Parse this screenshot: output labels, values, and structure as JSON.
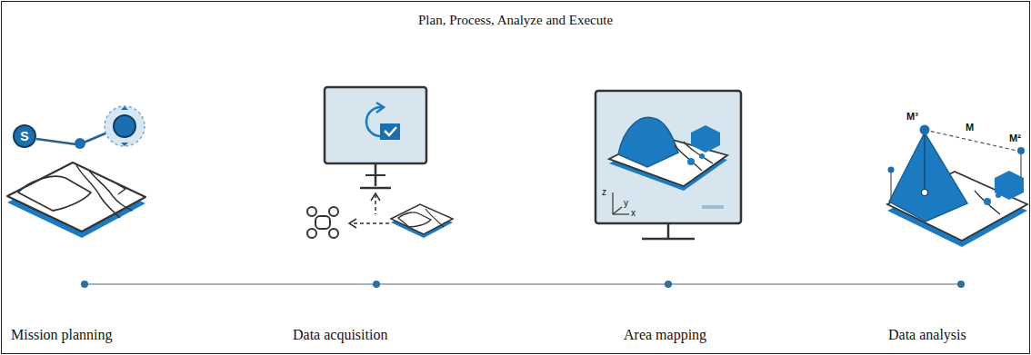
{
  "diagram": {
    "title": "Plan, Process, Analyze and Execute",
    "nodes": [
      {
        "text": [
          "S"
        ]
      }
    ],
    "labels": [
      "Mission planning",
      "Data acquisition",
      "Area mapping",
      "Data analysis",
      "M³",
      "M",
      "M²",
      "z",
      "y",
      "x"
    ]
  }
}
